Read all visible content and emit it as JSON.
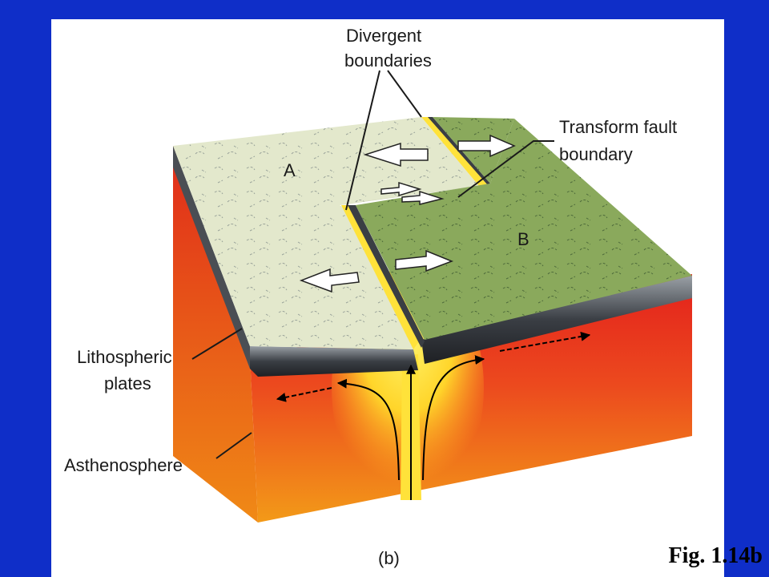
{
  "labels": {
    "divergent_line1": "Divergent",
    "divergent_line2": "boundaries",
    "transform_line1": "Transform fault",
    "transform_line2": "boundary",
    "litho_line1": "Lithospheric",
    "litho_line2": "plates",
    "astheno": "Asthenosphere",
    "plate_a": "A",
    "plate_b": "B",
    "panel_tag": "(b)"
  },
  "caption": "Fig. 1.14b",
  "colors": {
    "slide_background": "#0f2ec8",
    "panel": "#ffffff",
    "plate_a_surface": "#e3e8cc",
    "plate_b_surface": "#8aa95c",
    "mantle_red": "#e01e1c",
    "mantle_orange": "#f39a18",
    "magma_yellow": "#ffe23a",
    "lithosphere_edge": "#3f4348"
  }
}
